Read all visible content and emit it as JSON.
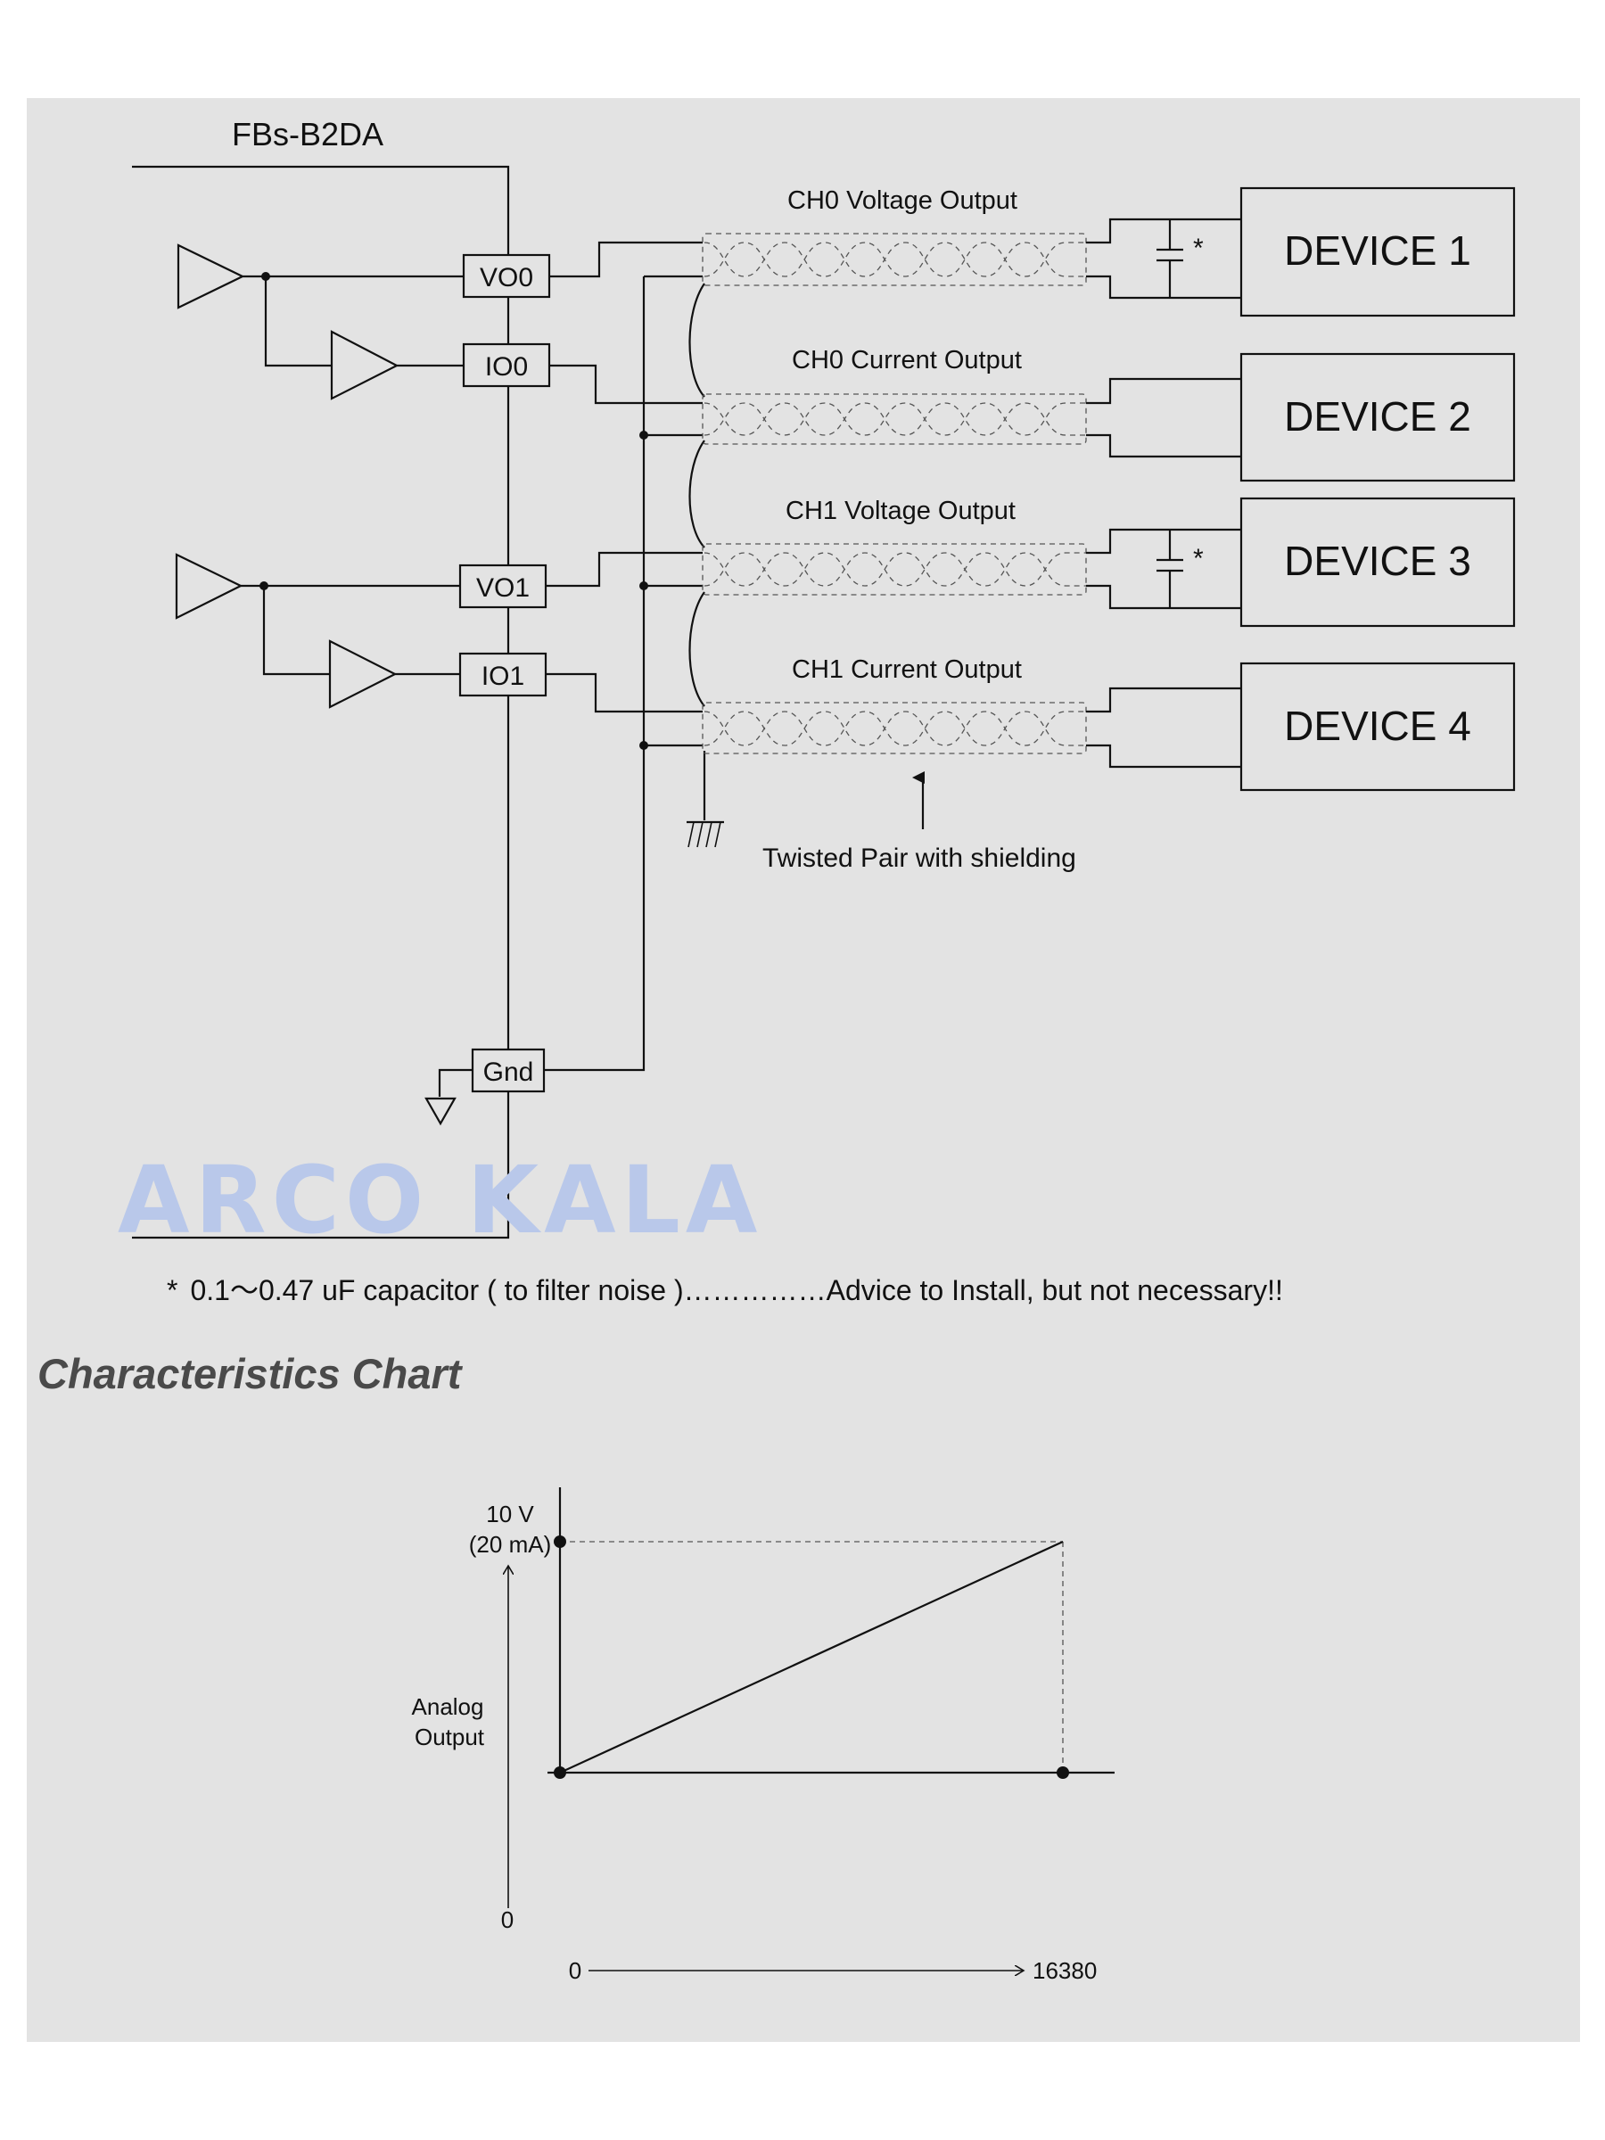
{
  "module": {
    "name": "FBs-B2DA"
  },
  "terminals": {
    "vo0": "VO0",
    "io0": "IO0",
    "vo1": "VO1",
    "io1": "IO1",
    "gnd": "Gnd"
  },
  "cables": {
    "ch0_voltage": "CH0 Voltage Output",
    "ch0_current": "CH0 Current Output",
    "ch1_voltage": "CH1 Voltage Output",
    "ch1_current": "CH1 Current Output"
  },
  "devices": [
    "DEVICE 1",
    "DEVICE 2",
    "DEVICE 3",
    "DEVICE 4"
  ],
  "capacitor_mark": "*",
  "twisted_pair_label": "Twisted Pair with shielding",
  "watermark": "ARCO KALA",
  "note": {
    "asterisk": "*",
    "text": "0.1～0.47 uF capacitor ( to filter noise )……………Advice to Install, but not necessary!!"
  },
  "chart_heading": "Characteristics Chart",
  "chart_data": {
    "type": "line",
    "x": [
      0,
      16380
    ],
    "series": [
      {
        "values": [
          0,
          10
        ]
      }
    ],
    "y_top_label_1": "10 V",
    "y_top_label_2": "(20 mA)",
    "y_axis_label_1": "Analog",
    "y_axis_label_2": "Output",
    "y_zero_label": "0",
    "x_zero_label": "0",
    "x_max_label": "16380",
    "xlim": [
      0,
      16380
    ],
    "ylim": [
      0,
      10
    ],
    "grid": false
  },
  "colors": {
    "panel": "#e3e3e3",
    "ink": "#111111",
    "watermark": "#b9c8ea",
    "heading": "#4a4a4a"
  }
}
